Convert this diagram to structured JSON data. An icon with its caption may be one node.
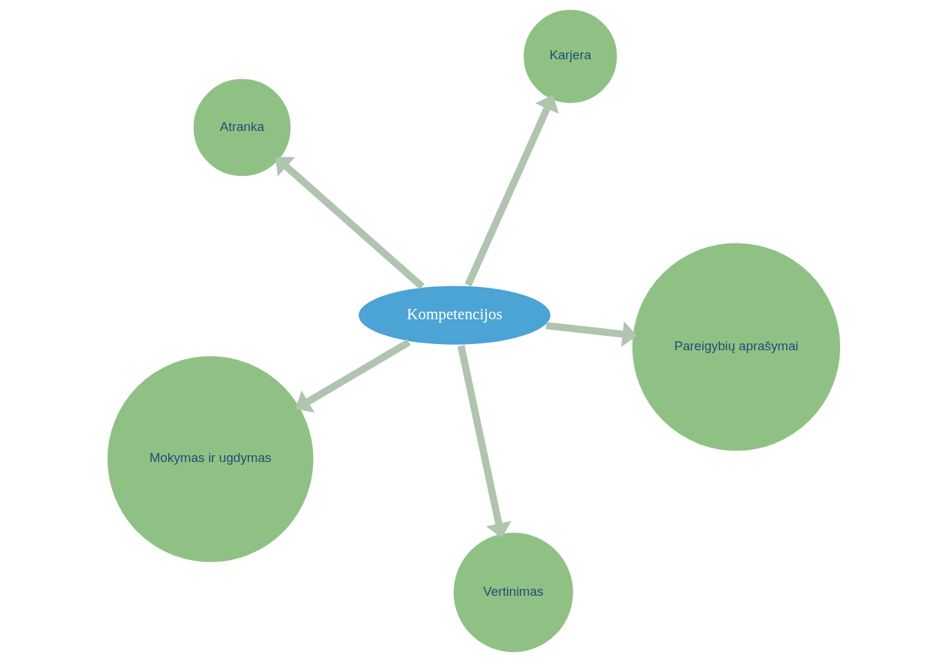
{
  "diagram": {
    "nodes": [
      {
        "text": [
          "Atranka"
        ]
      },
      {
        "text": [
          "Pareigybių aprašymai"
        ]
      },
      {
        "text": [
          "Vertinimas"
        ]
      },
      {
        "text": [
          "Kompetencijos"
        ]
      },
      {
        "text": [
          "Karjera"
        ]
      },
      {
        "text": [
          "Mokymas ir ugdymas"
        ]
      }
    ],
    "edges": [
      {
        "from": 3,
        "to": 0,
        "arrow": "to"
      },
      {
        "from": 3,
        "to": 1,
        "arrow": "to"
      },
      {
        "from": 3,
        "to": 2,
        "arrow": "to"
      },
      {
        "from": 3,
        "to": 4,
        "arrow": "to"
      },
      {
        "from": 3,
        "to": 5,
        "arrow": "to"
      }
    ]
  }
}
